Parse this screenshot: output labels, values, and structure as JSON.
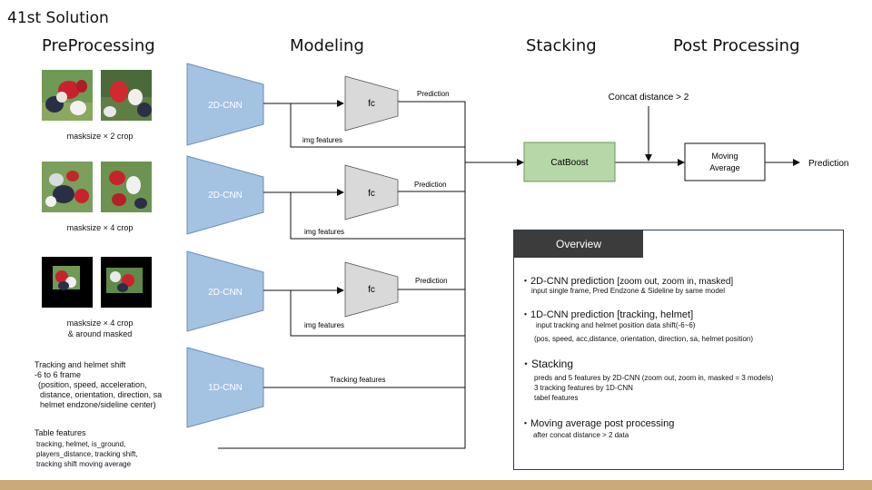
{
  "title": "41st Solution",
  "headings": {
    "preprocessing": "PreProcessing",
    "modeling": "Modeling",
    "stacking": "Stacking",
    "postprocessing": "Post Processing"
  },
  "preprocessing": {
    "row1_caption": "masksize × 2 crop",
    "row2_caption": "masksize × 4 crop",
    "row3_caption_line1": "masksize × 4 crop",
    "row3_caption_line2": "& around masked",
    "tracking_title_line1": "Tracking and helmet shift",
    "tracking_title_line2": "-6 to 6 frame",
    "tracking_details": [
      "(position, speed, acceleration,",
      "distance, orientation, direction, sa",
      "helmet endzone/sideline center)"
    ],
    "table_title": "Table features",
    "table_details": [
      "tracking, helmet, is_ground,",
      "players_distance, tracking shift,",
      "tracking shift moving average"
    ]
  },
  "modeling": {
    "cnn2d_label": "2D-CNN",
    "cnn1d_label": "1D-CNN",
    "fc_label": "fc",
    "prediction_label": "Prediction",
    "img_features_label": "img features",
    "tracking_features_label": "Tracking features"
  },
  "stacking": {
    "catboost_label": "CatBoost",
    "concat_label": "Concat distance > 2",
    "moving_average_line1": "Moving",
    "moving_average_line2": "Average",
    "prediction_output": "Prediction"
  },
  "overview": {
    "header": "Overview",
    "sec1_title": "・2D-CNN prediction",
    "sec1_bracket": "[zoom out, zoom in, masked]",
    "sec1_detail": "input single frame, Pred Endzone & Sideline by same model",
    "sec2_title": "・1D-CNN prediction [tracking, helmet]",
    "sec2_detail1": "input tracking and helmet position data shift(-6~6)",
    "sec2_detail2": "(pos, speed, acc,distance, orientation, direction, sa, helmet position)",
    "sec3_title": "・Stacking",
    "sec3_detail1": "preds and 5 features by 2D-CNN (zoom out, zoom in, masked = 3 models)",
    "sec3_detail2": "3 tracking features by 1D-CNN",
    "sec3_detail3": "tabel features",
    "sec4_title": "・Moving average post processing",
    "sec4_detail": "after concat distance > 2 data"
  },
  "colors": {
    "cnn_fill": "#a4c2e2",
    "cnn_stroke": "#6b8fb4",
    "fc_fill": "#d9d9d9",
    "catboost_fill": "#b6d7a8",
    "catboost_stroke": "#6a9a55",
    "overview_header": "#3c3c3c",
    "bottom_bar": "#cda978"
  }
}
